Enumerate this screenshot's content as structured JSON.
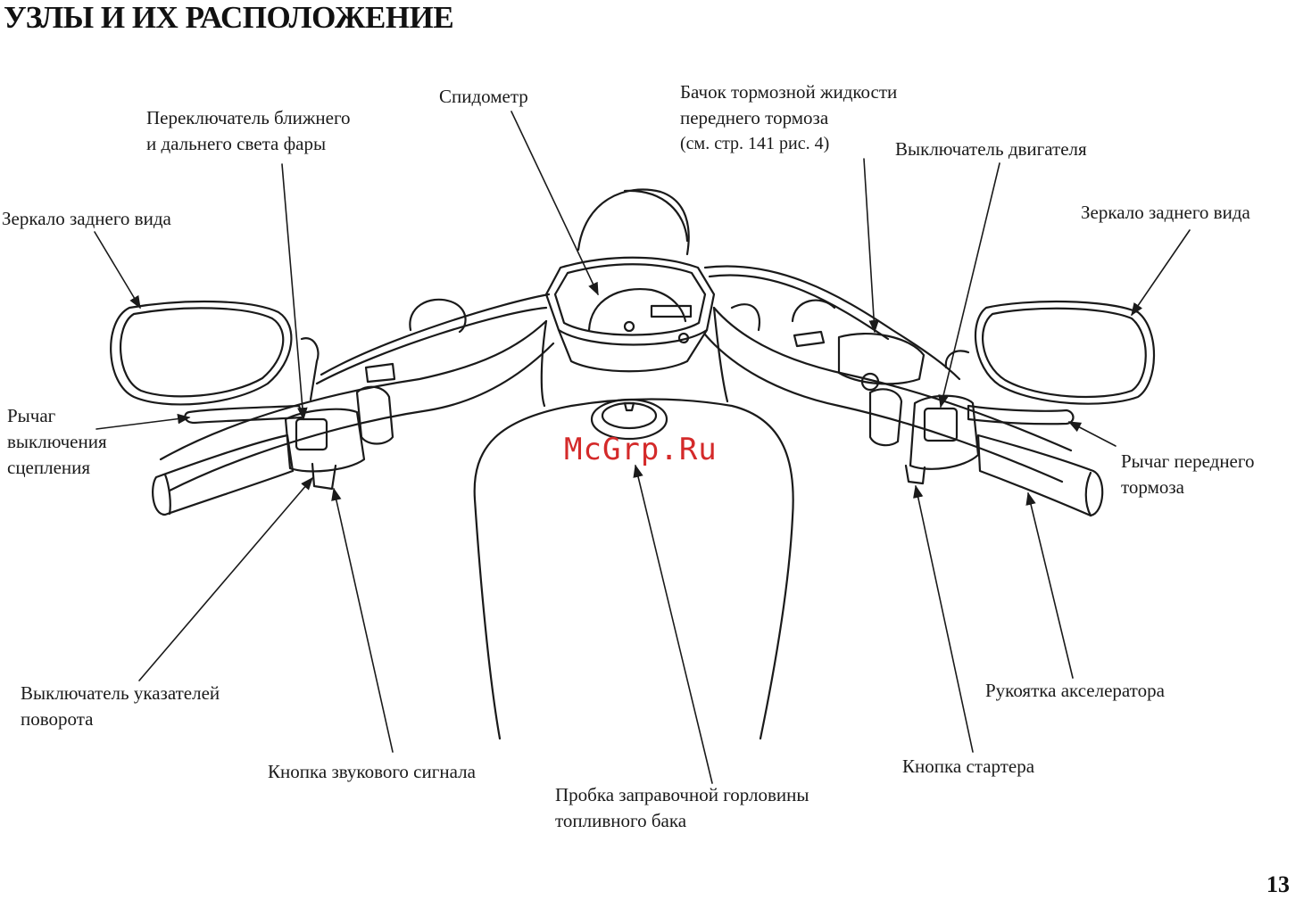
{
  "page": {
    "title": "УЗЛЫ И ИХ РАСПОЛОЖЕНИЕ",
    "page_number": "13",
    "watermark": "McGrp.Ru"
  },
  "labels": {
    "speedometer": "Спидометр",
    "headlight_switch": [
      "Переключатель ближнего",
      "и дальнего света фары"
    ],
    "brake_reservoir": [
      "Бачок тормозной жидкости",
      "переднего тормоза"
    ],
    "brake_reservoir_ref": "(см. стр. 141 рис. 4)",
    "engine_stop_switch": "Выключатель двигателя",
    "mirror_left": "Зеркало заднего вида",
    "mirror_right": "Зеркало заднего вида",
    "clutch_lever": [
      "Рычаг",
      "выключения",
      "сцепления"
    ],
    "front_brake_lever": [
      "Рычаг переднего",
      "тормоза"
    ],
    "turn_signal_switch": [
      "Выключатель указателей",
      "поворота"
    ],
    "horn_button": "Кнопка звукового сигнала",
    "fuel_cap": [
      "Пробка заправочной горловины",
      "топливного бака"
    ],
    "starter_button": "Кнопка стартера",
    "throttle_grip": "Рукоятка акселератора"
  },
  "colors": {
    "line": "#1a1a1a",
    "watermark": "#d42a2a"
  }
}
